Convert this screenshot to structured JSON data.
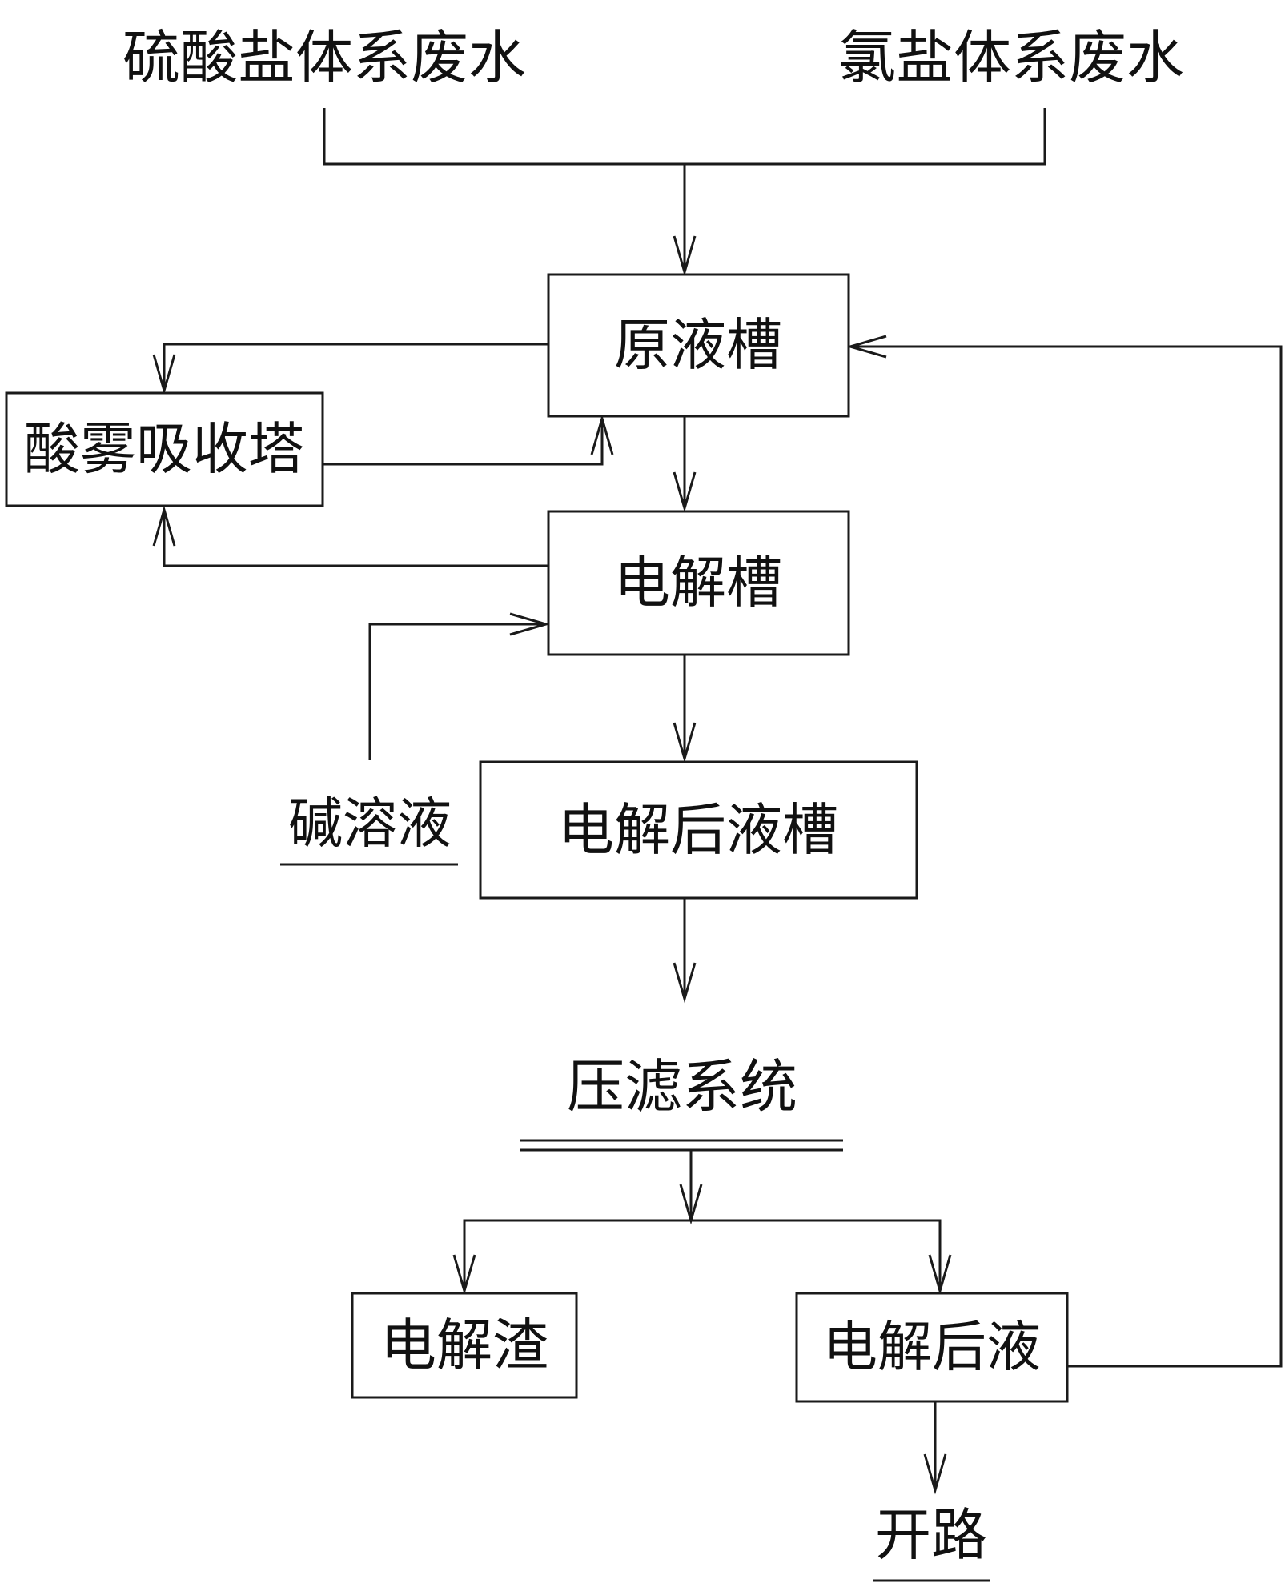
{
  "nodes": {
    "sulfate_wastewater": "硫酸盐体系废水",
    "chloride_wastewater": "氯盐体系废水",
    "raw_tank": "原液槽",
    "acid_mist_tower": "酸雾吸收塔",
    "electrolytic_cell": "电解槽",
    "alkali_solution": "碱溶液",
    "post_electrolysis_tank": "电解后液槽",
    "filter_press": "压滤系统",
    "electrolytic_residue": "电解渣",
    "post_electrolysis_liquid": "电解后液",
    "bleed_off": "开路"
  }
}
